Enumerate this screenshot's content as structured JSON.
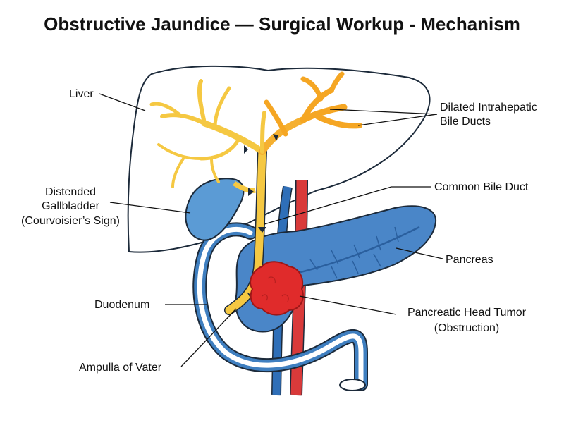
{
  "title": "Obstructive Jaundice — Surgical Workup - Mechanism",
  "labels": {
    "liver": "Liver",
    "dilated_ducts_line1": "Dilated Intrahepatic",
    "dilated_ducts_line2": "Bile Ducts",
    "gallbladder_line1": "Distended",
    "gallbladder_line2": "Gallbladder",
    "gallbladder_line3": "(Courvoisier’s Sign)",
    "common_bile_duct": "Common Bile Duct",
    "pancreas": "Pancreas",
    "duodenum": "Duodenum",
    "tumor_line1": "Pancreatic Head Tumor",
    "tumor_line2": "(Obstruction)",
    "ampulla": "Ampulla of Vater"
  },
  "colors": {
    "liver_fill": "#ffffff",
    "outline": "#1c2a3a",
    "bile_duct": "#f5c842",
    "dilated_bile_duct": "#f5a623",
    "gallbladder": "#5b9bd5",
    "pancreas": "#4a86c8",
    "duodenum": "#3f7fc0",
    "artery": "#d93a3a",
    "vein": "#2f6fb8",
    "tumor": "#e02b2b"
  }
}
